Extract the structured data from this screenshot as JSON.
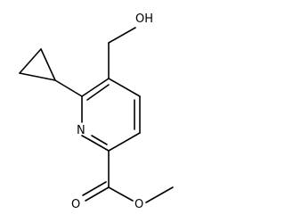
{
  "molecule": {
    "atoms": {
      "hydroxyl": "OH",
      "ring_nitrogen": "N",
      "carbonyl_oxygen": "O",
      "ester_oxygen": "O"
    }
  },
  "colors": {
    "bond": "#000000",
    "background": "#ffffff"
  }
}
